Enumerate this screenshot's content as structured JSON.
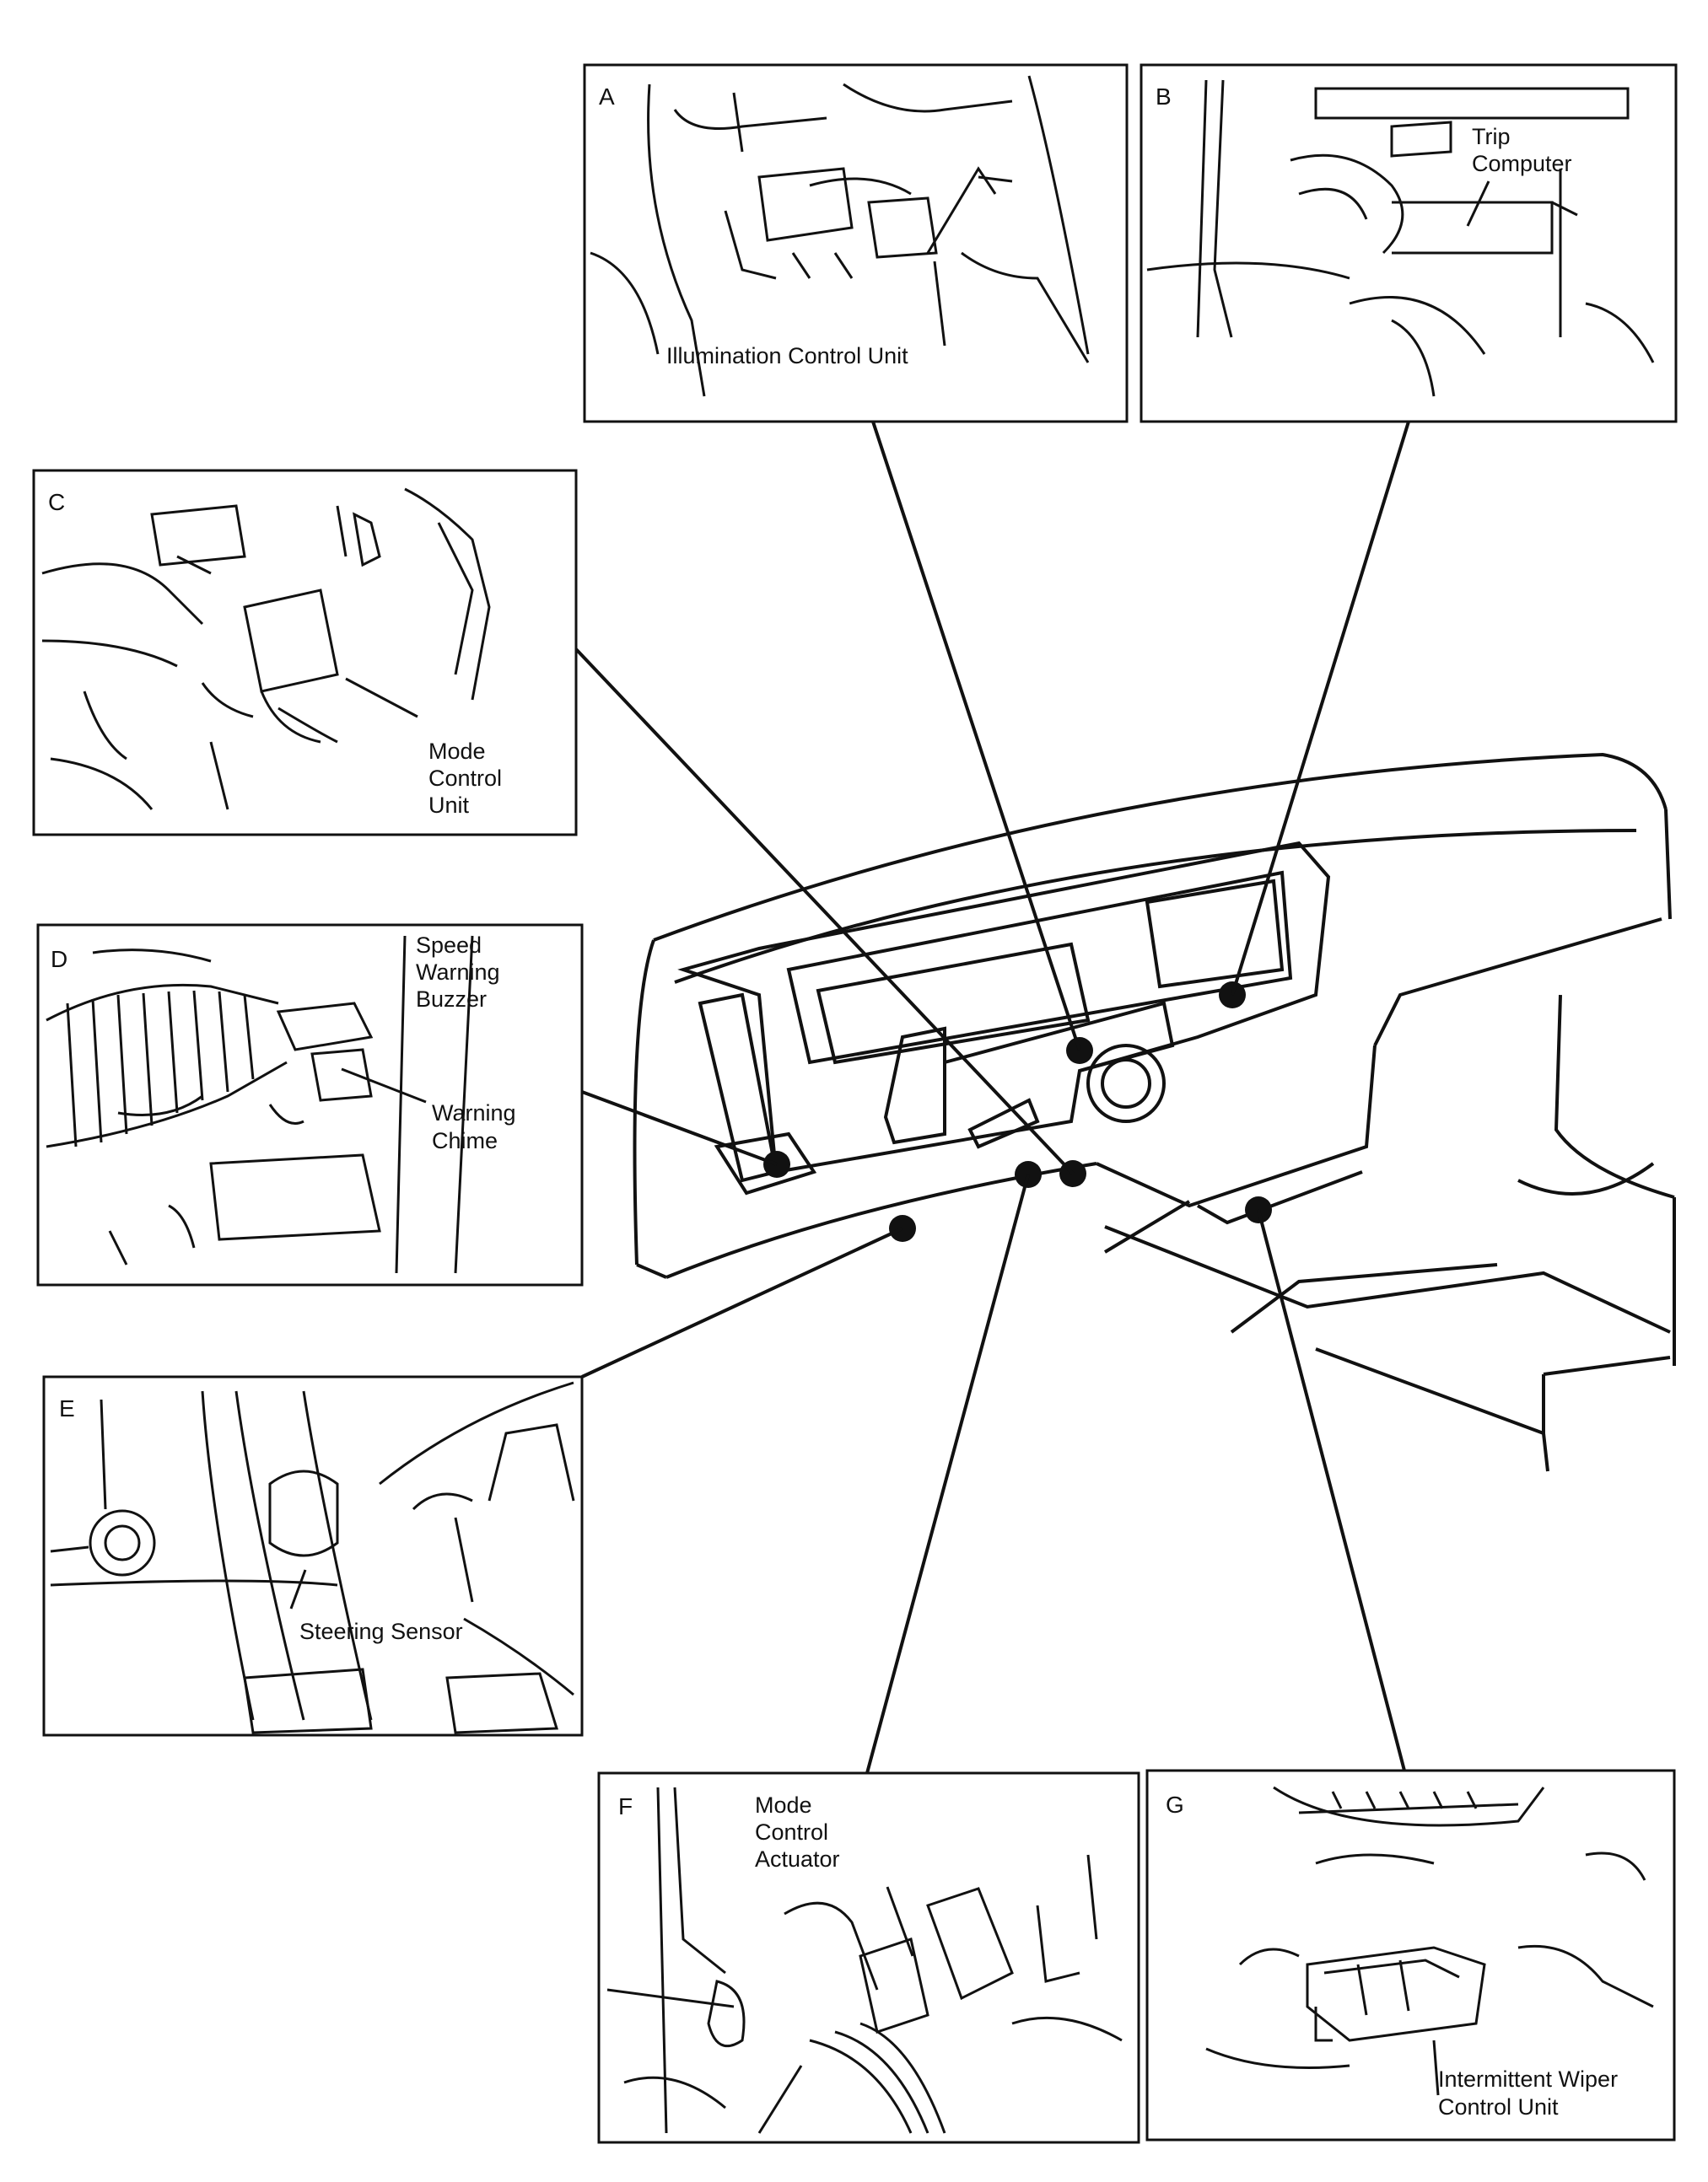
{
  "panels": {
    "A": {
      "letter": "A",
      "label_lines": [
        "Illumination Control Unit"
      ]
    },
    "B": {
      "letter": "B",
      "label_lines": [
        "Trip",
        "Computer"
      ]
    },
    "C": {
      "letter": "C",
      "label_lines": [
        "Mode",
        "Control",
        "Unit"
      ]
    },
    "D": {
      "letter": "D",
      "label_lines": [
        "Speed",
        "Warning",
        "Buzzer"
      ],
      "label2_lines": [
        "Warning",
        "Chime"
      ]
    },
    "E": {
      "letter": "E",
      "label_lines": [
        "Steering Sensor"
      ]
    },
    "F": {
      "letter": "F",
      "label_lines": [
        "Mode",
        "Control",
        "Actuator"
      ]
    },
    "G": {
      "letter": "G",
      "label_lines": [
        "Intermittent Wiper",
        "Control Unit"
      ]
    }
  }
}
